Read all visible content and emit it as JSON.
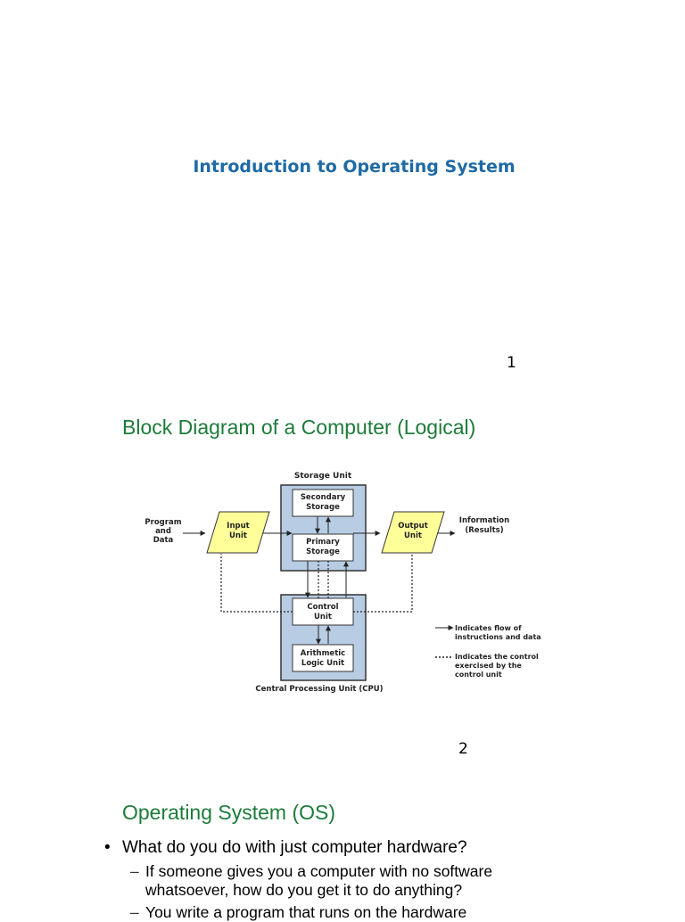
{
  "slide1": {
    "title": "Introduction to Operating System",
    "page_number": "1"
  },
  "slide2": {
    "title": "Block Diagram of a Computer (Logical)",
    "page_number": "2",
    "diagram": {
      "storage_unit_label": "Storage Unit",
      "secondary_storage": [
        "Secondary",
        "Storage"
      ],
      "primary_storage": [
        "Primary",
        "Storage"
      ],
      "input_label": [
        "Program",
        "and",
        "Data"
      ],
      "input_unit": [
        "Input",
        "Unit"
      ],
      "output_unit": [
        "Output",
        "Unit"
      ],
      "output_label": [
        "Information",
        "(Results)"
      ],
      "control_unit": [
        "Control",
        "Unit"
      ],
      "alu": [
        "Arithmetic",
        "Logic Unit"
      ],
      "cpu_label": "Central Processing Unit (CPU)",
      "legend": {
        "flow": [
          "Indicates flow of",
          "instructions and data"
        ],
        "control": [
          "Indicates the control",
          "exercised by the",
          "control unit"
        ]
      },
      "colors": {
        "box_fill": "#b8cce4",
        "parallelogram_fill": "#ffff99",
        "stroke": "#333333"
      }
    }
  },
  "slide3": {
    "title": "Operating System (OS)",
    "bullets": [
      {
        "text": "What do you do with just computer hardware?",
        "subs": [
          {
            "line1": "If someone gives you a computer with no software",
            "line2": "whatsoever, how do you get it to do anything?"
          },
          {
            "line1": "You write a program that runs on the hardware"
          }
        ]
      }
    ],
    "bullet_glyph": "•",
    "dash_glyph": "–"
  }
}
